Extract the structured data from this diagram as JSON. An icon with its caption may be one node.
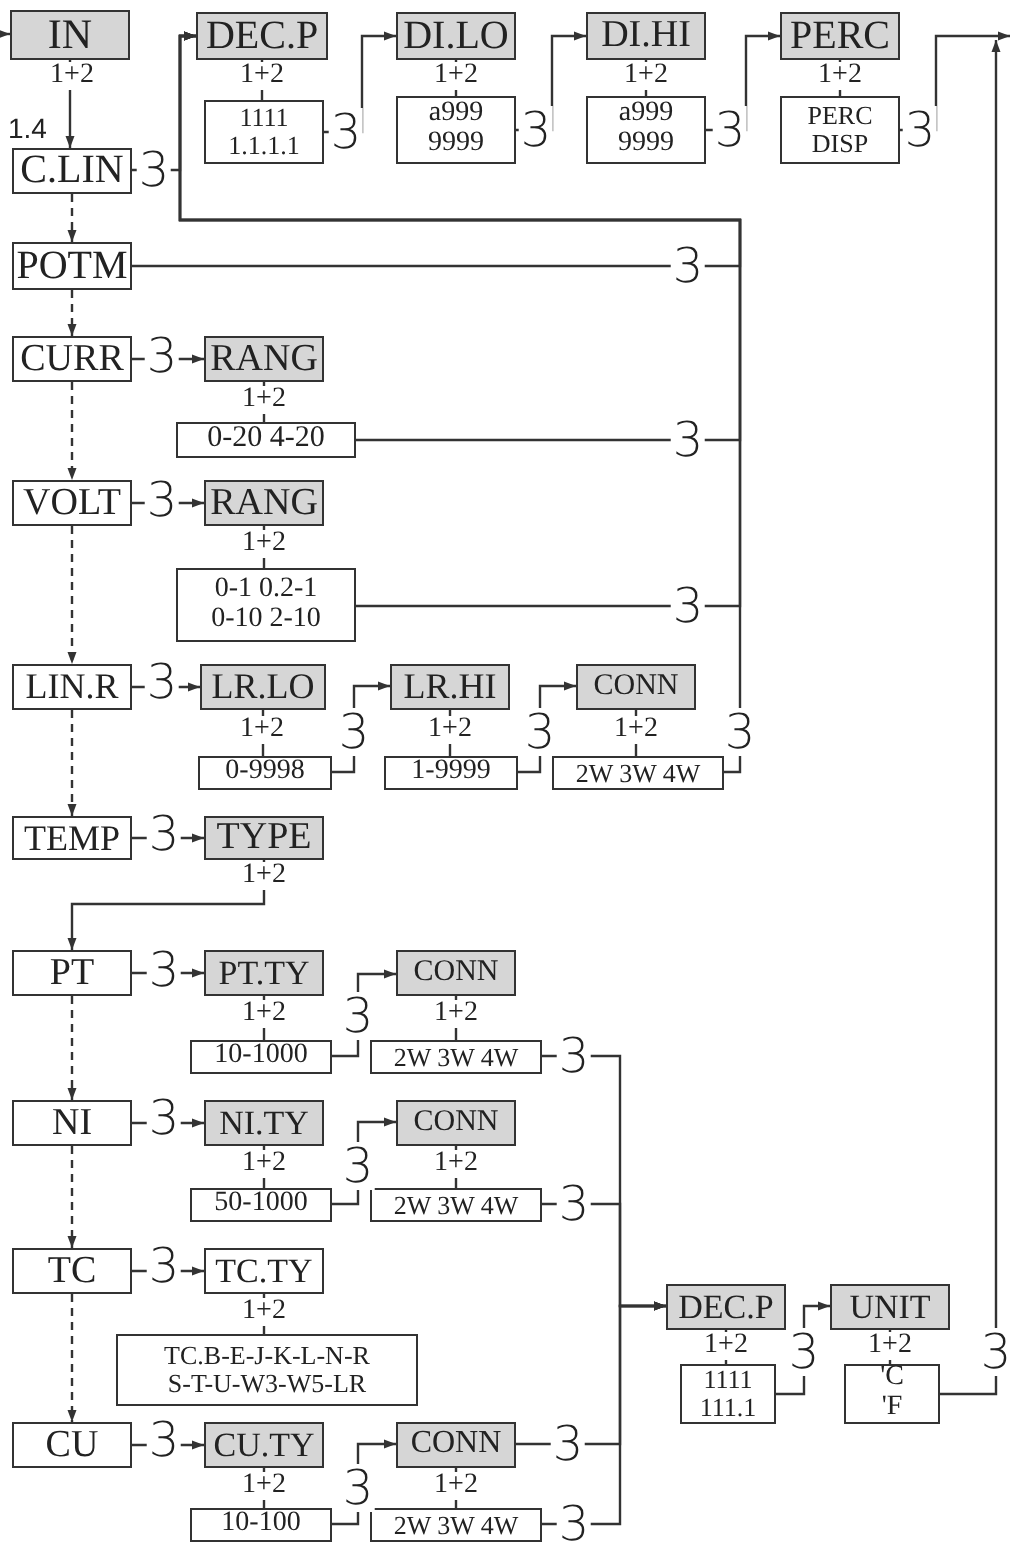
{
  "diagram": {
    "nodes": [
      {
        "text": [
          "IN"
        ]
      },
      {
        "text": [
          "C.LIN"
        ]
      },
      {
        "text": [
          "DEC.P"
        ]
      },
      {
        "text": [
          "1111 1.1.1.1"
        ]
      },
      {
        "text": [
          "DI.LO"
        ]
      },
      {
        "text": [
          "a999 9999"
        ]
      },
      {
        "text": [
          "DI.HI"
        ]
      },
      {
        "text": [
          "a999 9999"
        ]
      },
      {
        "text": [
          "PERC"
        ]
      },
      {
        "text": [
          "PERC DISP"
        ]
      },
      {
        "text": [
          "POTM"
        ]
      },
      {
        "text": [
          "CURR"
        ]
      },
      {
        "text": [
          "RANG"
        ]
      },
      {
        "text": [
          "0-20 4-20"
        ]
      },
      {
        "text": [
          "VOLT"
        ]
      },
      {
        "text": [
          "RANG"
        ]
      },
      {
        "text": [
          "0-1 0.2-1 0-10 2-10"
        ]
      },
      {
        "text": [
          "LIN.R"
        ]
      },
      {
        "text": [
          "LR.LO"
        ]
      },
      {
        "text": [
          "0-9998"
        ]
      },
      {
        "text": [
          "LR.HI"
        ]
      },
      {
        "text": [
          "1-9999"
        ]
      },
      {
        "text": [
          "CONN"
        ]
      },
      {
        "text": [
          "2W 3W 4W"
        ]
      },
      {
        "text": [
          "TEMP"
        ]
      },
      {
        "text": [
          "TYPE"
        ]
      },
      {
        "text": [
          "PT"
        ]
      },
      {
        "text": [
          "PT.TY"
        ]
      },
      {
        "text": [
          "10-1000"
        ]
      },
      {
        "text": [
          "CONN"
        ]
      },
      {
        "text": [
          "2W 3W 4W"
        ]
      },
      {
        "text": [
          "NI"
        ]
      },
      {
        "text": [
          "NI.TY"
        ]
      },
      {
        "text": [
          "50-1000"
        ]
      },
      {
        "text": [
          "CONN"
        ]
      },
      {
        "text": [
          "2W 3W 4W"
        ]
      },
      {
        "text": [
          "TC"
        ]
      },
      {
        "text": [
          "TC.TY"
        ]
      },
      {
        "text": [
          "TC.B-E-J-K-L-N-R S-T-U-W3-W5-LR"
        ]
      },
      {
        "text": [
          "CU"
        ]
      },
      {
        "text": [
          "CU.TY"
        ]
      },
      {
        "text": [
          "10-100"
        ]
      },
      {
        "text": [
          "CONN"
        ]
      },
      {
        "text": [
          "2W 3W 4W"
        ]
      },
      {
        "text": [
          "DEC.P"
        ]
      },
      {
        "text": [
          "1111 111.1"
        ]
      },
      {
        "text": [
          "UNIT"
        ]
      },
      {
        "text": [
          "'C 'F"
        ]
      }
    ],
    "edges": [
      {
        "from": null,
        "to": 0,
        "arrow": "to"
      },
      {
        "from": 0,
        "to": 1,
        "arrow": "to",
        "label": "1+2"
      },
      {
        "from": 1,
        "to": 10,
        "arrow": "to",
        "style": "dashed"
      },
      {
        "from": 1,
        "to": 2,
        "arrow": "to",
        "label": "3"
      },
      {
        "from": 2,
        "to": 3,
        "arrow": "none",
        "label": "1+2"
      },
      {
        "from": 3,
        "to": 4,
        "arrow": "to",
        "label": "3"
      },
      {
        "from": 4,
        "to": 5,
        "arrow": "none",
        "label": "1+2"
      },
      {
        "from": 5,
        "to": 6,
        "arrow": "to",
        "label": "3"
      },
      {
        "from": 6,
        "to": 7,
        "arrow": "none",
        "label": "1+2"
      },
      {
        "from": 7,
        "to": 8,
        "arrow": "to",
        "label": "3"
      },
      {
        "from": 8,
        "to": 9,
        "arrow": "none",
        "label": "1+2"
      },
      {
        "from": 9,
        "to": null,
        "arrow": "to",
        "label": "3"
      },
      {
        "from": 10,
        "to": 2,
        "arrow": "to",
        "label": "3"
      },
      {
        "from": 10,
        "to": 11,
        "arrow": "to",
        "style": "dashed"
      },
      {
        "from": 11,
        "to": 12,
        "arrow": "to",
        "label": "3"
      },
      {
        "from": 12,
        "to": 13,
        "arrow": "none",
        "label": "1+2"
      },
      {
        "from": 13,
        "to": 2,
        "arrow": "to",
        "label": "3"
      },
      {
        "from": 11,
        "to": 14,
        "arrow": "to",
        "style": "dashed"
      },
      {
        "from": 14,
        "to": 15,
        "arrow": "to",
        "label": "3"
      },
      {
        "from": 15,
        "to": 16,
        "arrow": "none",
        "label": "1+2"
      },
      {
        "from": 16,
        "to": 2,
        "arrow": "to",
        "label": "3"
      },
      {
        "from": 14,
        "to": 17,
        "arrow": "to",
        "style": "dashed"
      },
      {
        "from": 17,
        "to": 18,
        "arrow": "to",
        "label": "3"
      },
      {
        "from": 18,
        "to": 19,
        "arrow": "none",
        "label": "1+2"
      },
      {
        "from": 19,
        "to": 20,
        "arrow": "to",
        "label": "3"
      },
      {
        "from": 20,
        "to": 21,
        "arrow": "none",
        "label": "1+2"
      },
      {
        "from": 21,
        "to": 22,
        "arrow": "to",
        "label": "3"
      },
      {
        "from": 22,
        "to": 23,
        "arrow": "none",
        "label": "1+2"
      },
      {
        "from": 23,
        "to": 2,
        "arrow": "to",
        "label": "3"
      },
      {
        "from": 17,
        "to": 24,
        "arrow": "to",
        "style": "dashed"
      },
      {
        "from": 24,
        "to": 25,
        "arrow": "to",
        "label": "3"
      },
      {
        "from": 25,
        "to": 26,
        "arrow": "to",
        "label": "1+2"
      },
      {
        "from": 26,
        "to": 27,
        "arrow": "to",
        "label": "3"
      },
      {
        "from": 27,
        "to": 28,
        "arrow": "none",
        "label": "1+2"
      },
      {
        "from": 28,
        "to": 29,
        "arrow": "to",
        "label": "3"
      },
      {
        "from": 29,
        "to": 30,
        "arrow": "none",
        "label": "1+2"
      },
      {
        "from": 30,
        "to": 44,
        "arrow": "to",
        "label": "3"
      },
      {
        "from": 26,
        "to": 31,
        "arrow": "to",
        "style": "dashed"
      },
      {
        "from": 31,
        "to": 32,
        "arrow": "to",
        "label": "3"
      },
      {
        "from": 32,
        "to": 33,
        "arrow": "none",
        "label": "1+2"
      },
      {
        "from": 33,
        "to": 34,
        "arrow": "to",
        "label": "3"
      },
      {
        "from": 34,
        "to": 35,
        "arrow": "none",
        "label": "1+2"
      },
      {
        "from": 35,
        "to": 44,
        "arrow": "to",
        "label": "3"
      },
      {
        "from": 31,
        "to": 36,
        "arrow": "to",
        "style": "dashed"
      },
      {
        "from": 36,
        "to": 37,
        "arrow": "to",
        "label": "3"
      },
      {
        "from": 37,
        "to": 38,
        "arrow": "none",
        "label": "1+2"
      },
      {
        "from": 36,
        "to": 39,
        "arrow": "to",
        "style": "dashed"
      },
      {
        "from": 39,
        "to": 40,
        "arrow": "to",
        "label": "3"
      },
      {
        "from": 40,
        "to": 41,
        "arrow": "none",
        "label": "1+2"
      },
      {
        "from": 41,
        "to": 42,
        "arrow": "to",
        "label": "3"
      },
      {
        "from": 42,
        "to": 44,
        "arrow": "to",
        "label": "3"
      },
      {
        "from": 42,
        "to": 43,
        "arrow": "none",
        "label": "1+2"
      },
      {
        "from": 43,
        "to": 44,
        "arrow": "to",
        "label": "3"
      },
      {
        "from": 44,
        "to": 45,
        "arrow": "none",
        "label": "1+2"
      },
      {
        "from": 45,
        "to": 46,
        "arrow": "to",
        "label": "3"
      },
      {
        "from": 46,
        "to": 47,
        "arrow": "none",
        "label": "1+2"
      },
      {
        "from": 47,
        "to": null,
        "arrow": "to",
        "label": "3"
      }
    ],
    "labels": [
      "1.4"
    ]
  }
}
